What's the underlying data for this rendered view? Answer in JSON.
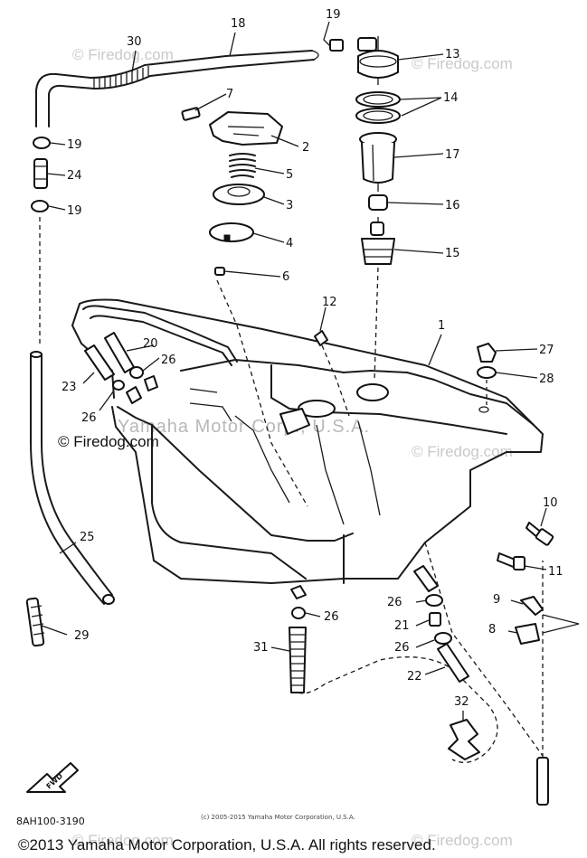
{
  "diagram": {
    "callouts": [
      "1",
      "2",
      "3",
      "4",
      "5",
      "6",
      "7",
      "8",
      "9",
      "10",
      "11",
      "12",
      "13",
      "14",
      "15",
      "16",
      "17",
      "18",
      "19",
      "20",
      "21",
      "22",
      "23",
      "24",
      "25",
      "26",
      "27",
      "28",
      "29",
      "30",
      "31",
      "32"
    ],
    "labels": {
      "p1": "1",
      "p2": "2",
      "p3": "3",
      "p4": "4",
      "p5": "5",
      "p6": "6",
      "p7": "7",
      "p8": "8",
      "p9": "9",
      "p10": "10",
      "p11": "11",
      "p12": "12",
      "p13": "13",
      "p14": "14",
      "p15": "15",
      "p16": "16",
      "p17": "17",
      "p18": "18",
      "p19a": "19",
      "p19b": "19",
      "p19c": "19",
      "p20": "20",
      "p21": "21",
      "p22": "22",
      "p23": "23",
      "p24": "24",
      "p25": "25",
      "p26a": "26",
      "p26b": "26",
      "p26c": "26",
      "p26d": "26",
      "p26e": "26",
      "p27": "27",
      "p28": "28",
      "p29": "29",
      "p30": "30",
      "p31": "31",
      "p32": "32"
    },
    "fwd_label": "FWD",
    "diagram_code": "8AH100-3190",
    "small_copyright": "(c) 2005-2015 Yamaha Motor Corporation, U.S.A.",
    "firedog_mark": "© Firedog.com",
    "watermarks": {
      "center": "Yamaha Motor Corp., U.S.A.",
      "tile": "© Firedog.com"
    },
    "footer_copyright": "©2013 Yamaha Motor Corporation, U.S.A. All rights reserved."
  },
  "colors": {
    "ink": "#111111",
    "watermark": "#c9c9c9",
    "background": "#ffffff"
  }
}
